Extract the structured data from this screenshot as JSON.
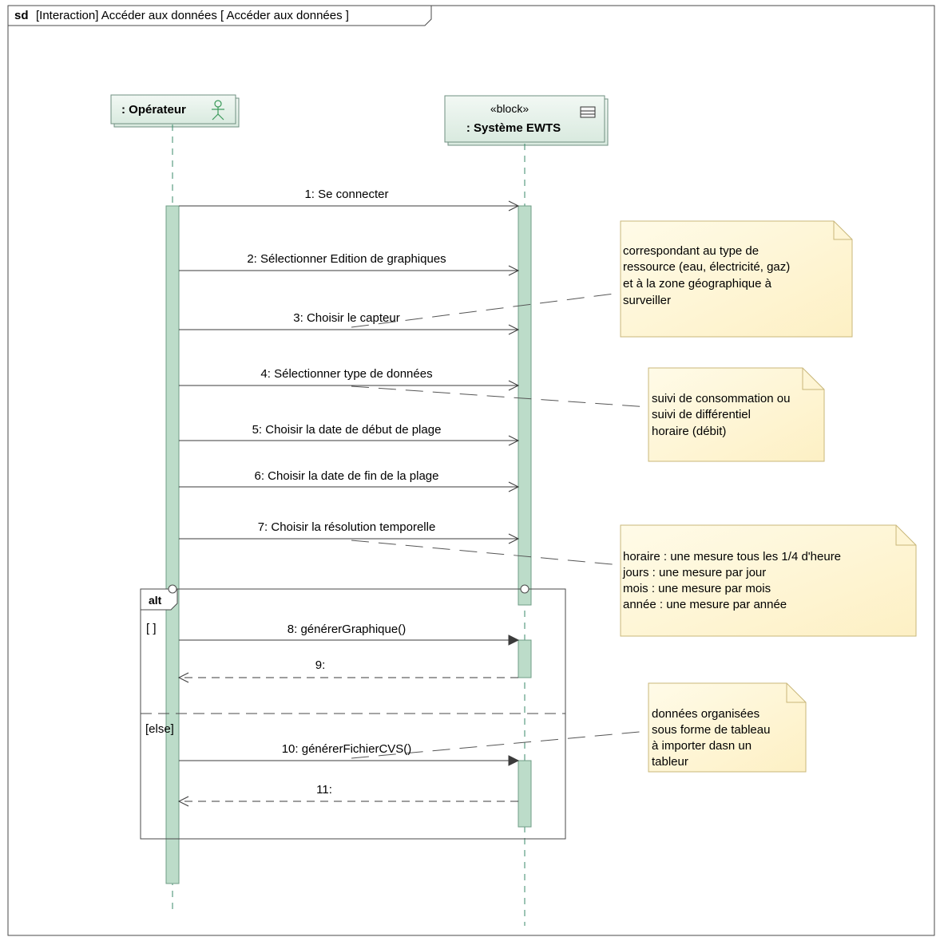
{
  "frame": {
    "keyword": "sd",
    "title": "[Interaction] Accéder aux données [ Accéder aux données ]"
  },
  "lifelines": {
    "operator": {
      "name": ": Opérateur",
      "icon": "actor-icon"
    },
    "system": {
      "stereotype": "«block»",
      "name": ": Système EWTS",
      "icon": "block-icon"
    }
  },
  "messages": [
    {
      "label": "1: Se connecter",
      "kind": "async"
    },
    {
      "label": "2: Sélectionner Edition de graphiques",
      "kind": "async"
    },
    {
      "label": "3: Choisir le capteur",
      "kind": "async"
    },
    {
      "label": "4: Sélectionner type de données",
      "kind": "async"
    },
    {
      "label": "5: Choisir la date de début de plage",
      "kind": "async"
    },
    {
      "label": "6: Choisir la date de fin de la plage",
      "kind": "async"
    },
    {
      "label": "7: Choisir la résolution temporelle",
      "kind": "async"
    },
    {
      "label": "8: générerGraphique()",
      "kind": "sync"
    },
    {
      "label": "9:",
      "kind": "reply"
    },
    {
      "label": "10: générerFichierCVS()",
      "kind": "sync"
    },
    {
      "label": "11:",
      "kind": "reply"
    }
  ],
  "alt": {
    "keyword": "alt",
    "guard1": "[ ]",
    "guard2": "[else]"
  },
  "notes": [
    {
      "lines": [
        "correspondant au type de",
        "ressource (eau, électricité, gaz)",
        "et à la zone géographique à",
        "surveiller"
      ]
    },
    {
      "lines": [
        "suivi de consommation ou",
        "suivi de différentiel",
        "horaire (débit)"
      ]
    },
    {
      "lines": [
        "horaire : une mesure tous les 1/4 d'heure",
        "jours : une mesure par jour",
        "mois : une mesure par mois",
        "année : une mesure par année"
      ]
    },
    {
      "lines": [
        "données organisées",
        "sous forme de tableau",
        "à importer dasn un",
        "tableur"
      ]
    }
  ],
  "colors": {
    "lifeline_fill": "#e8f2ec",
    "lifeline_border": "#6f8f80",
    "activation_fill": "#bcdcc9",
    "activation_border": "#6f9d86",
    "note_fill": "#fff7d6",
    "note_border": "#c9b77a",
    "line": "#3b3b3b"
  }
}
